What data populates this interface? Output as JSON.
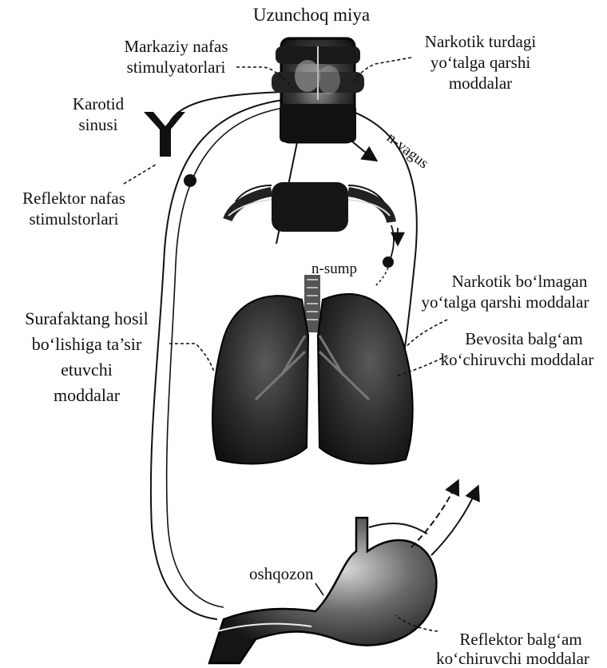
{
  "title": "Uzunchoq miya",
  "labels": {
    "central_stim_1": "Markaziy nafas",
    "central_stim_2": "stimulyatorlari",
    "carotid_1": "Karotid",
    "carotid_2": "sinusi",
    "reflex_stim_1": "Reflektor nafas",
    "reflex_stim_2": "stimulstorlari",
    "narcotic_1": "Narkotik turdagi",
    "narcotic_2": "yo‘talga qarshi",
    "narcotic_3": "moddalar",
    "vagus": "n-vagus",
    "sump": "n-sump",
    "surfactant_1": "Surafaktang hosil",
    "surfactant_2": "bo‘lishiga ta’sir",
    "surfactant_3": "etuvchi",
    "surfactant_4": "moddalar",
    "nonnarcotic_1": "Narkotik bo‘lmagan",
    "nonnarcotic_2": "yo‘talga qarshi moddalar",
    "direct_1": "Bevosita balg‘am",
    "direct_2": "ko‘chiruvchi moddalar",
    "stomach": "oshqozon",
    "reflex_expect_1": "Reflektor balg‘am",
    "reflex_expect_2": "ko‘chiruvchi moddalar"
  }
}
